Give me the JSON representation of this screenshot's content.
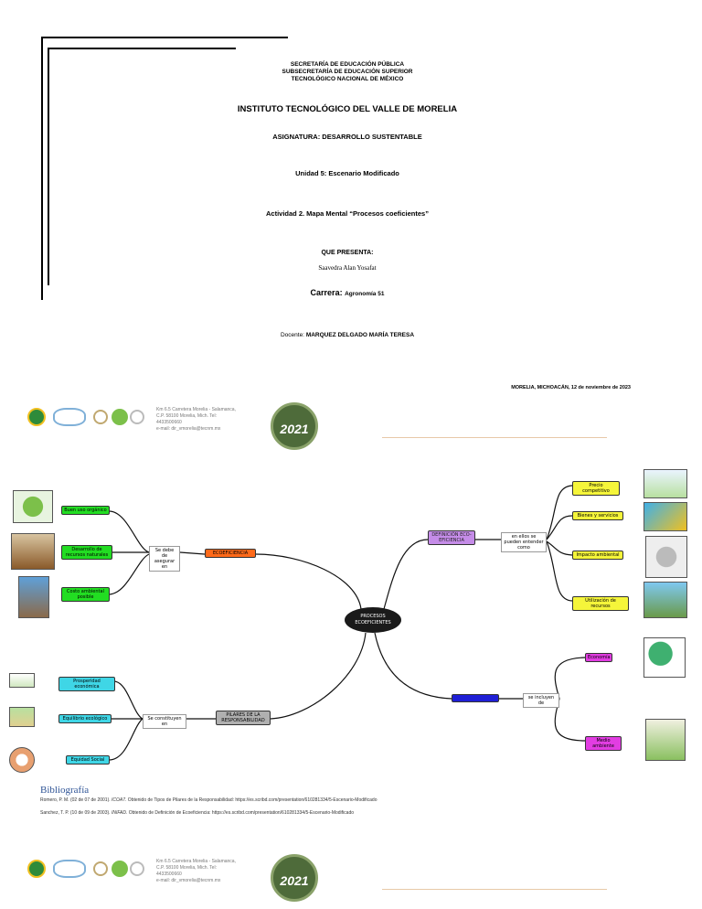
{
  "header": {
    "institution_lines": [
      "SECRETARÍA DE EDUCACIÓN PÚBLICA",
      "SUBSECRETARÍA DE EDUCACIÓN SUPERIOR",
      "TECNOLÓGICO NACIONAL DE MÉXICO"
    ],
    "institute": "INSTITUTO TECNOLÓGICO DEL VALLE DE MORELIA",
    "subject": "ASIGNATURA: DESARROLLO SUSTENTABLE",
    "unit": "Unidad 5: Escenario Modificado",
    "activity": "Actividad 2. Mapa Mental “Procesos coeficientes”",
    "presents_label": "QUE PRESENTA:",
    "author": "Saavedra Alan Yosafat",
    "career_label": "Carrera:",
    "career_value": "Agronomía 51",
    "teacher_label": "Docente:",
    "teacher_name": "MARQUEZ DELGADO MARÍA TERESA",
    "place_date": "MORELIA, MICHOACÁN, 12 de noviembre de 2023"
  },
  "footer": {
    "address_lines": [
      "Km 6.5 Carretera Morelia - Salamanca,",
      "C.P. 58100 Morelia, Mich. Tel:",
      "4433500660",
      " e-mail: dir_vmorelia@tecnm.mx"
    ],
    "seal_text": "2021"
  },
  "mindmap": {
    "center": "PROCESOS ECOEFICIENTES",
    "ecoeficiencia": {
      "title": "ECOEFICIENCIA",
      "connector": "Se debe de asegurar en",
      "items": [
        "Buen uso orgánico",
        "Desarrollo de recursos naturales",
        "Costo ambiental posible"
      ]
    },
    "definicion": {
      "title": "DEFINICIÓN ECO-EFICIENCIA",
      "connector": "en ellos se pueden entender como",
      "items": [
        "Precio competitivo",
        "Bienes y servicios",
        "Impacto ambiental",
        "Utilización de recursos"
      ]
    },
    "pilares": {
      "title": "PILARES DE LA RESPONSABILIDAD",
      "connector": "Se constituyen en",
      "items": [
        "Prosperidad económica",
        "Equilibrio ecológico",
        "Equidad Social"
      ]
    },
    "tercero": {
      "title": "",
      "connector": "se incluyen de",
      "items": [
        "Economía",
        "Medio ambiente"
      ]
    }
  },
  "bibliography": {
    "title": "Bibliografía",
    "entries": [
      {
        "text_a": "Romero, P. M. (02 de 07 de 2001). ",
        "italic": "ICOA7",
        "text_b": ". Obtenido de Tipos de Pilares de la Responsabilidad: https://es.scribd.com/presentation/610281334/5-Escenario-Modificado"
      },
      {
        "text_a": "Sanchez, T. P. (10 de 09 de 2003). ",
        "italic": "INIFAD",
        "text_b": ". Obtenido de Definición de Ecoeficiencia: https://es.scribd.com/presentation/610281334/5-Escenario-Modificado"
      }
    ]
  },
  "colors": {
    "green_node": "#22dd22",
    "orange_node": "#ff6a1a",
    "purple_node": "#c58ce8",
    "yellow_node": "#f5f53a",
    "blue_node": "#1f1fd6",
    "magenta_node": "#e23de2",
    "cyan_node": "#3fd6e6",
    "gray_node": "#b0b0b0"
  }
}
